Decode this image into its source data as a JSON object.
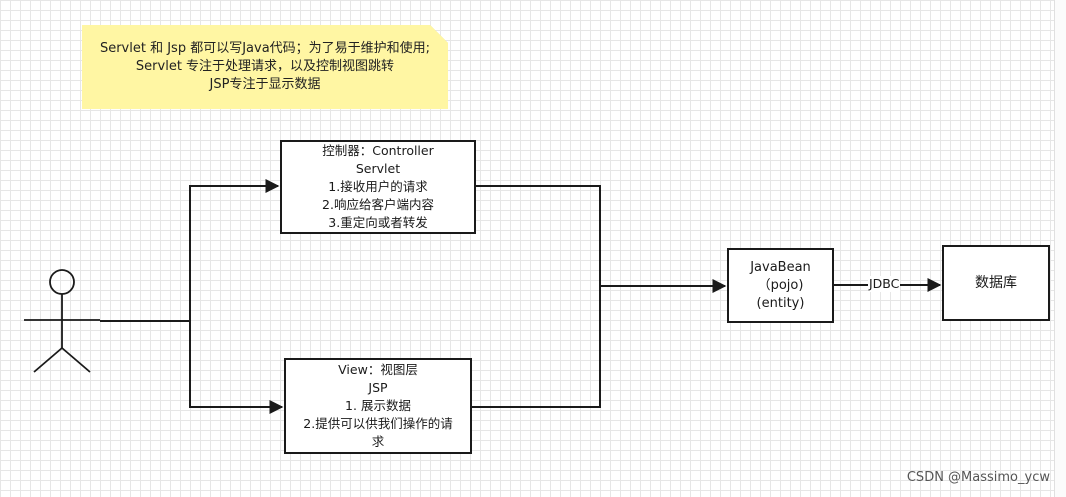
{
  "note": {
    "lines": [
      "Servlet 和 Jsp  都可以写Java代码；为了易于维护和使用;",
      "Servlet 专注于处理请求，以及控制视图跳转",
      "JSP专注于显示数据"
    ]
  },
  "controller": {
    "lines": [
      "控制器：Controller",
      "Servlet",
      "1.接收用户的请求",
      "2.响应给客户端内容",
      "3.重定向或者转发"
    ]
  },
  "view": {
    "lines": [
      "View：视图层",
      "JSP",
      "1. 展示数据",
      "2.提供可以供我们操作的请",
      "求"
    ]
  },
  "javabean": {
    "lines": [
      "JavaBean",
      "（pojo)",
      "(entity)"
    ]
  },
  "database": {
    "label": "数据库"
  },
  "edge_label": "JDBC",
  "watermark": "CSDN @Massimo_ycw",
  "colors": {
    "note_bg": "#fff6a3",
    "stroke": "#1a1a1a",
    "grid": "#e6e6e6"
  }
}
